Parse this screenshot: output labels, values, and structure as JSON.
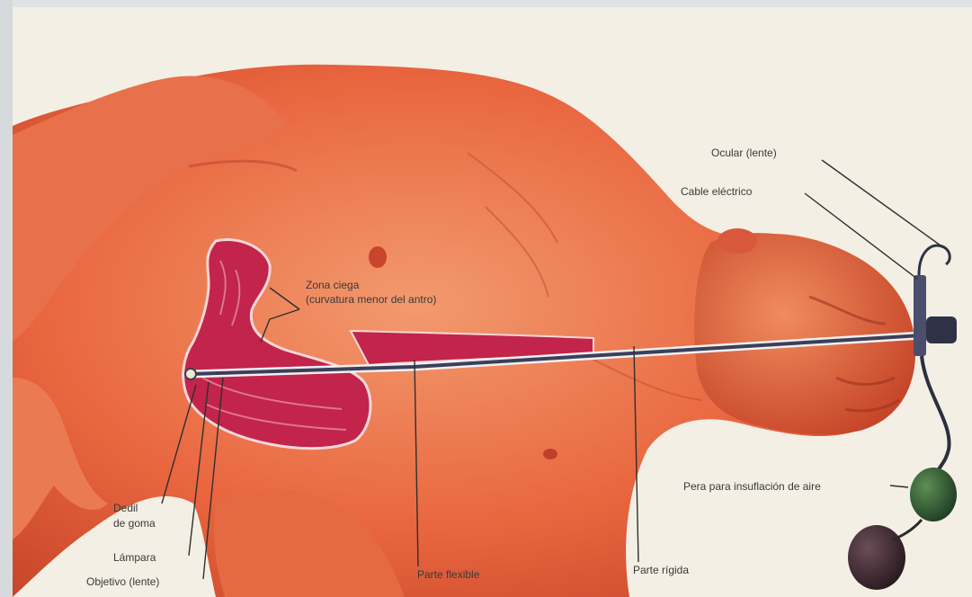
{
  "labels": {
    "ocular": "Ocular (lente)",
    "cable": "Cable eléctrico",
    "zona_ciega_1": "Zona ciega",
    "zona_ciega_2": "(curvatura menor del antro)",
    "pera": "Pera para insuflación de aire",
    "dedil_1": "Dedil",
    "dedil_2": "de goma",
    "lampara": "Lámpara",
    "objetivo": "Objetivo (lente)",
    "parte_flexible": "Parte flexible",
    "parte_rigida": "Parte rígida"
  },
  "colors": {
    "background": "#f3efe4",
    "skin": "#e9663f",
    "skin_dark": "#c8462a",
    "stomach": "#c2244b",
    "gastroscope": "#3b3f5c",
    "bulb_green": "#2f5a33",
    "bulb_dark": "#3d2a33"
  }
}
